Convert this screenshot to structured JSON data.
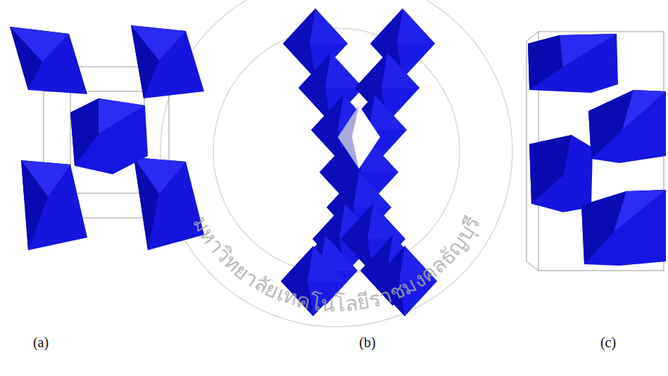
{
  "diagram": {
    "labels": [
      "(a)",
      "(b)",
      "(c)",
      "มหาวิทยาลัยเทคโนโลยีราชมงคลธัญบุรี"
    ]
  }
}
